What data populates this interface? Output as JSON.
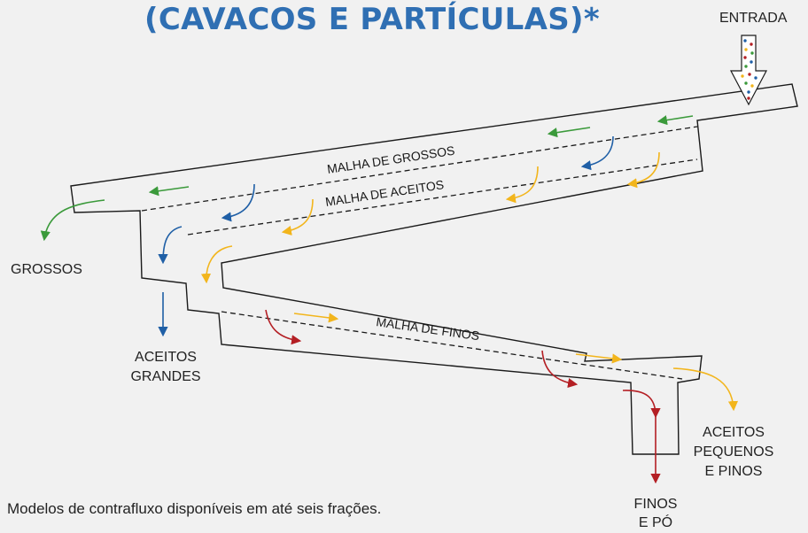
{
  "title": "(CAVACOS E PARTÍCULAS)*",
  "labels": {
    "entrada": "ENTRADA",
    "grossos": "GROSSOS",
    "aceitos_grandes_1": "ACEITOS",
    "aceitos_grandes_2": "GRANDES",
    "aceitos_pequenos_1": "ACEITOS",
    "aceitos_pequenos_2": "PEQUENOS",
    "aceitos_pequenos_3": "E PINOS",
    "finos_1": "FINOS",
    "finos_2": "E PÓ"
  },
  "screens": {
    "grossos": "MALHA DE GROSSOS",
    "aceitos": "MALHA DE ACEITOS",
    "finos": "MALHA DE FINOS"
  },
  "footnote": "Modelos de contrafluxo disponíveis em até seis frações.",
  "colors": {
    "title": "#2f6fb3",
    "green": "#3b9a3b",
    "blue": "#1f5fa6",
    "yellow": "#f2b51c",
    "red": "#b41f24",
    "line": "#1a1a1a"
  }
}
